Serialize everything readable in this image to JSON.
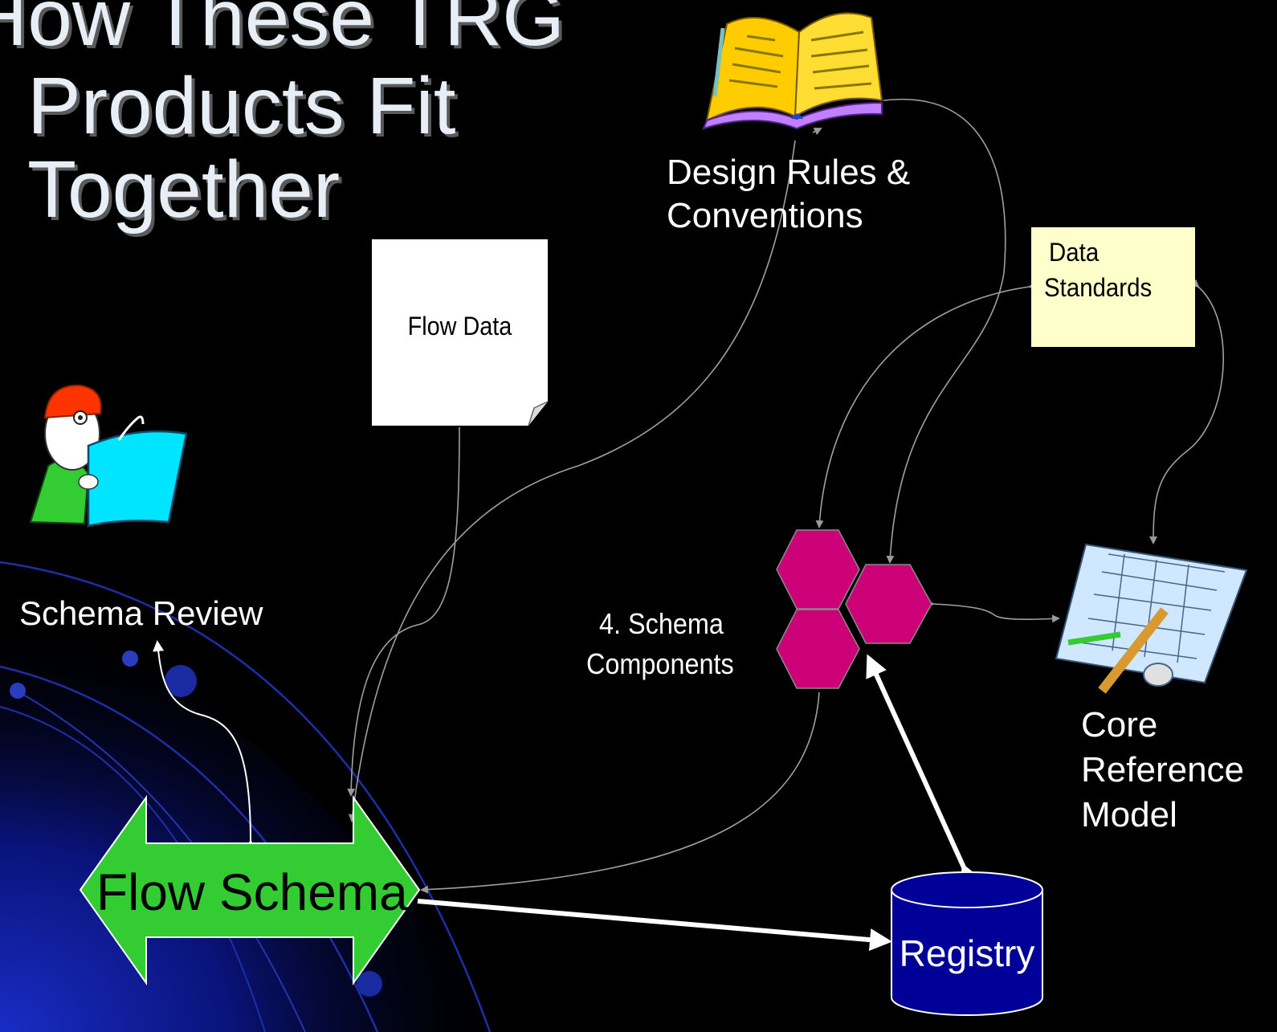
{
  "slide": {
    "title_lines": [
      "How These TRG",
      "Products Fit",
      "Together"
    ]
  },
  "nodes": {
    "design_rules": {
      "line1": "Design Rules &",
      "line2": "Conventions",
      "icon": "open-book-icon"
    },
    "flow_data": {
      "label": "Flow Data",
      "shape": "document"
    },
    "data_standards": {
      "line1": "Data",
      "line2": "Standards",
      "color": "#ffffcc"
    },
    "schema_review": {
      "label": "Schema Review",
      "icon": "reviewer-with-blueprint-icon"
    },
    "schema_components": {
      "line1": "4. Schema",
      "line2": "Components",
      "color": "#cc0077"
    },
    "core_reference_model": {
      "line1": "Core",
      "line2": "Reference",
      "line3": "Model",
      "icon": "blueprint-drawing-icon"
    },
    "flow_schema": {
      "label": "Flow Schema",
      "color": "#33cc33"
    },
    "registry": {
      "label": "Registry",
      "color": "#000099"
    }
  }
}
